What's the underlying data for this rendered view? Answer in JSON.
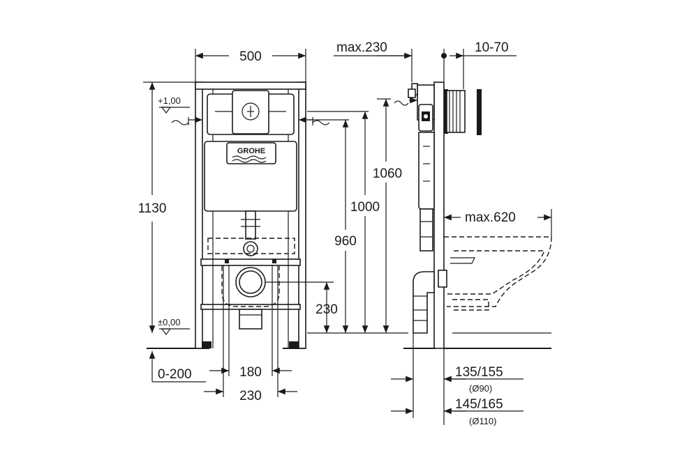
{
  "front_view": {
    "width_label": "500",
    "total_height_label": "1130",
    "level_top_label": "+1,00",
    "level_floor_label": "±0,00",
    "brand_label": "GROHE",
    "drain_height_label": "230",
    "floor_adjust_label": "0-200",
    "fixing_inner_label": "180",
    "fixing_outer_label": "230",
    "height_960_label": "960",
    "height_1000_label": "1000",
    "height_1060_label": "1060"
  },
  "side_view": {
    "depth_top_label": "max.230",
    "wall_thickness_label": "10-70",
    "bowl_projection_label": "max.620",
    "outlet_90_label": "135/155",
    "outlet_90_sub": "(Ø90)",
    "outlet_110_label": "145/165",
    "outlet_110_sub": "(Ø110)"
  }
}
